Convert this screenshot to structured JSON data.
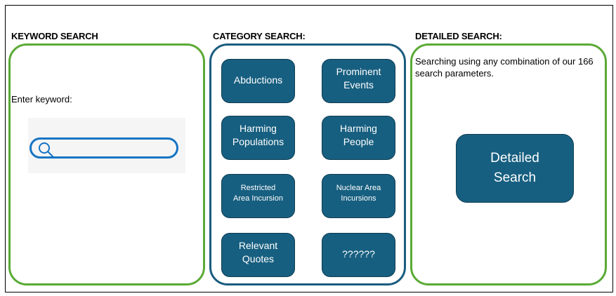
{
  "keyword_section": {
    "heading": "KEYWORD SEARCH",
    "prompt": "Enter keyword:",
    "search_input": {
      "value": "",
      "placeholder": ""
    },
    "icon": "search-icon"
  },
  "category_section": {
    "heading": "CATEGORY SEARCH:",
    "buttons": [
      {
        "label": "Abductions"
      },
      {
        "label": "Prominent\nEvents"
      },
      {
        "label": "Harming\nPopulations"
      },
      {
        "label": "Harming\nPeople"
      },
      {
        "label": "Restricted\nArea Incursion"
      },
      {
        "label": "Nuclear Area\nIncursions"
      },
      {
        "label": "Relevant\nQuotes"
      },
      {
        "label": "??????"
      }
    ]
  },
  "detailed_section": {
    "heading": "DETAILED SEARCH:",
    "description": "Searching using any combination of our 166 search parameters.",
    "button_label": "Detailed\nSearch"
  },
  "colors": {
    "panel_green": "#5aaa35",
    "panel_blue": "#1a5c7f",
    "button_fill": "#175f80",
    "search_border": "#1574c4"
  }
}
